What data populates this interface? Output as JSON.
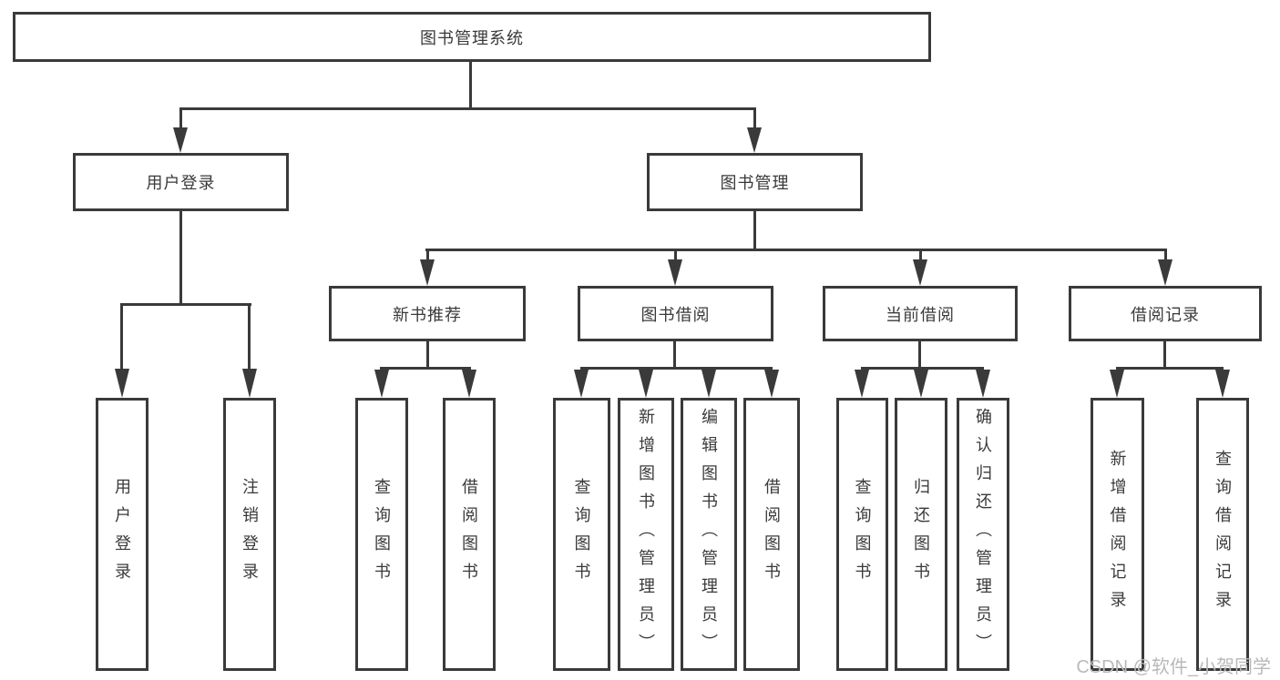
{
  "diagram": {
    "root": {
      "label": "图书管理系统"
    },
    "level2": [
      {
        "label": "用户登录"
      },
      {
        "label": "图书管理"
      }
    ],
    "level3": [
      {
        "label": "新书推荐",
        "parent": "图书管理"
      },
      {
        "label": "图书借阅",
        "parent": "图书管理"
      },
      {
        "label": "当前借阅",
        "parent": "图书管理"
      },
      {
        "label": "借阅记录",
        "parent": "图书管理"
      }
    ],
    "leaves": [
      {
        "label": "用户登录",
        "parent": "用户登录"
      },
      {
        "label": "注销登录",
        "parent": "用户登录"
      },
      {
        "label": "查询图书",
        "parent": "新书推荐"
      },
      {
        "label": "借阅图书",
        "parent": "新书推荐"
      },
      {
        "label": "查询图书",
        "parent": "图书借阅"
      },
      {
        "label": "新增图书（管理员）",
        "parent": "图书借阅"
      },
      {
        "label": "编辑图书（管理员）",
        "parent": "图书借阅"
      },
      {
        "label": "借阅图书",
        "parent": "图书借阅"
      },
      {
        "label": "查询图书",
        "parent": "当前借阅"
      },
      {
        "label": "归还图书",
        "parent": "当前借阅"
      },
      {
        "label": "确认归还（管理员）",
        "parent": "当前借阅"
      },
      {
        "label": "新增借阅记录",
        "parent": "借阅记录"
      },
      {
        "label": "查询借阅记录",
        "parent": "借阅记录"
      }
    ],
    "watermark": "CSDN @软件_小贺同学",
    "colors": {
      "line": "#3a3a3a",
      "background": "#ffffff",
      "watermark": "#b9b9b9"
    }
  }
}
